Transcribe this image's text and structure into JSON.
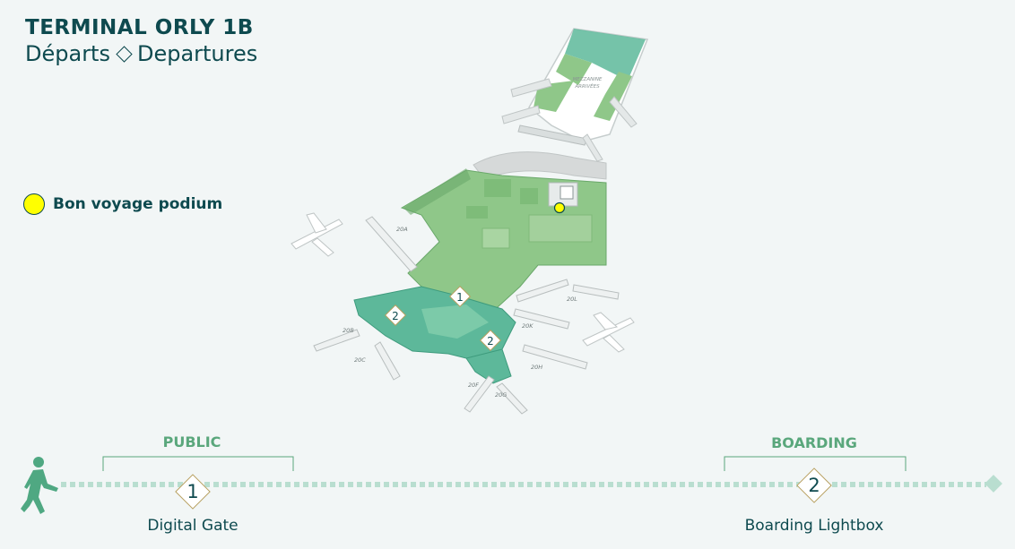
{
  "header": {
    "title": "TERMINAL ORLY 1B",
    "subtitle_fr": "Départs",
    "subtitle_en": "Departures"
  },
  "legend": {
    "label": "Bon voyage podium",
    "color": "#ffff00"
  },
  "map": {
    "mezzanine_label_1": "MEZZANINE",
    "mezzanine_label_2": "ARRIVÉES",
    "gates": [
      "20A",
      "20B",
      "20C",
      "20F",
      "20G",
      "20H",
      "20K",
      "20L"
    ],
    "markers": [
      "1",
      "2",
      "2"
    ],
    "colors": {
      "public_zone": "#8fc789",
      "boarding_zone": "#5db89a",
      "title_text": "#0e4a4f",
      "zone_text": "#5aa77c",
      "path_dots": "#b9ded0",
      "marker_border": "#b7a060"
    }
  },
  "journey": {
    "zones": [
      {
        "label": "PUBLIC"
      },
      {
        "label": "BOARDING"
      }
    ],
    "steps": [
      {
        "number": "1",
        "label": "Digital Gate"
      },
      {
        "number": "2",
        "label": "Boarding Lightbox"
      }
    ],
    "icons": [
      "walking-person-icon",
      "end-diamond-icon"
    ]
  }
}
